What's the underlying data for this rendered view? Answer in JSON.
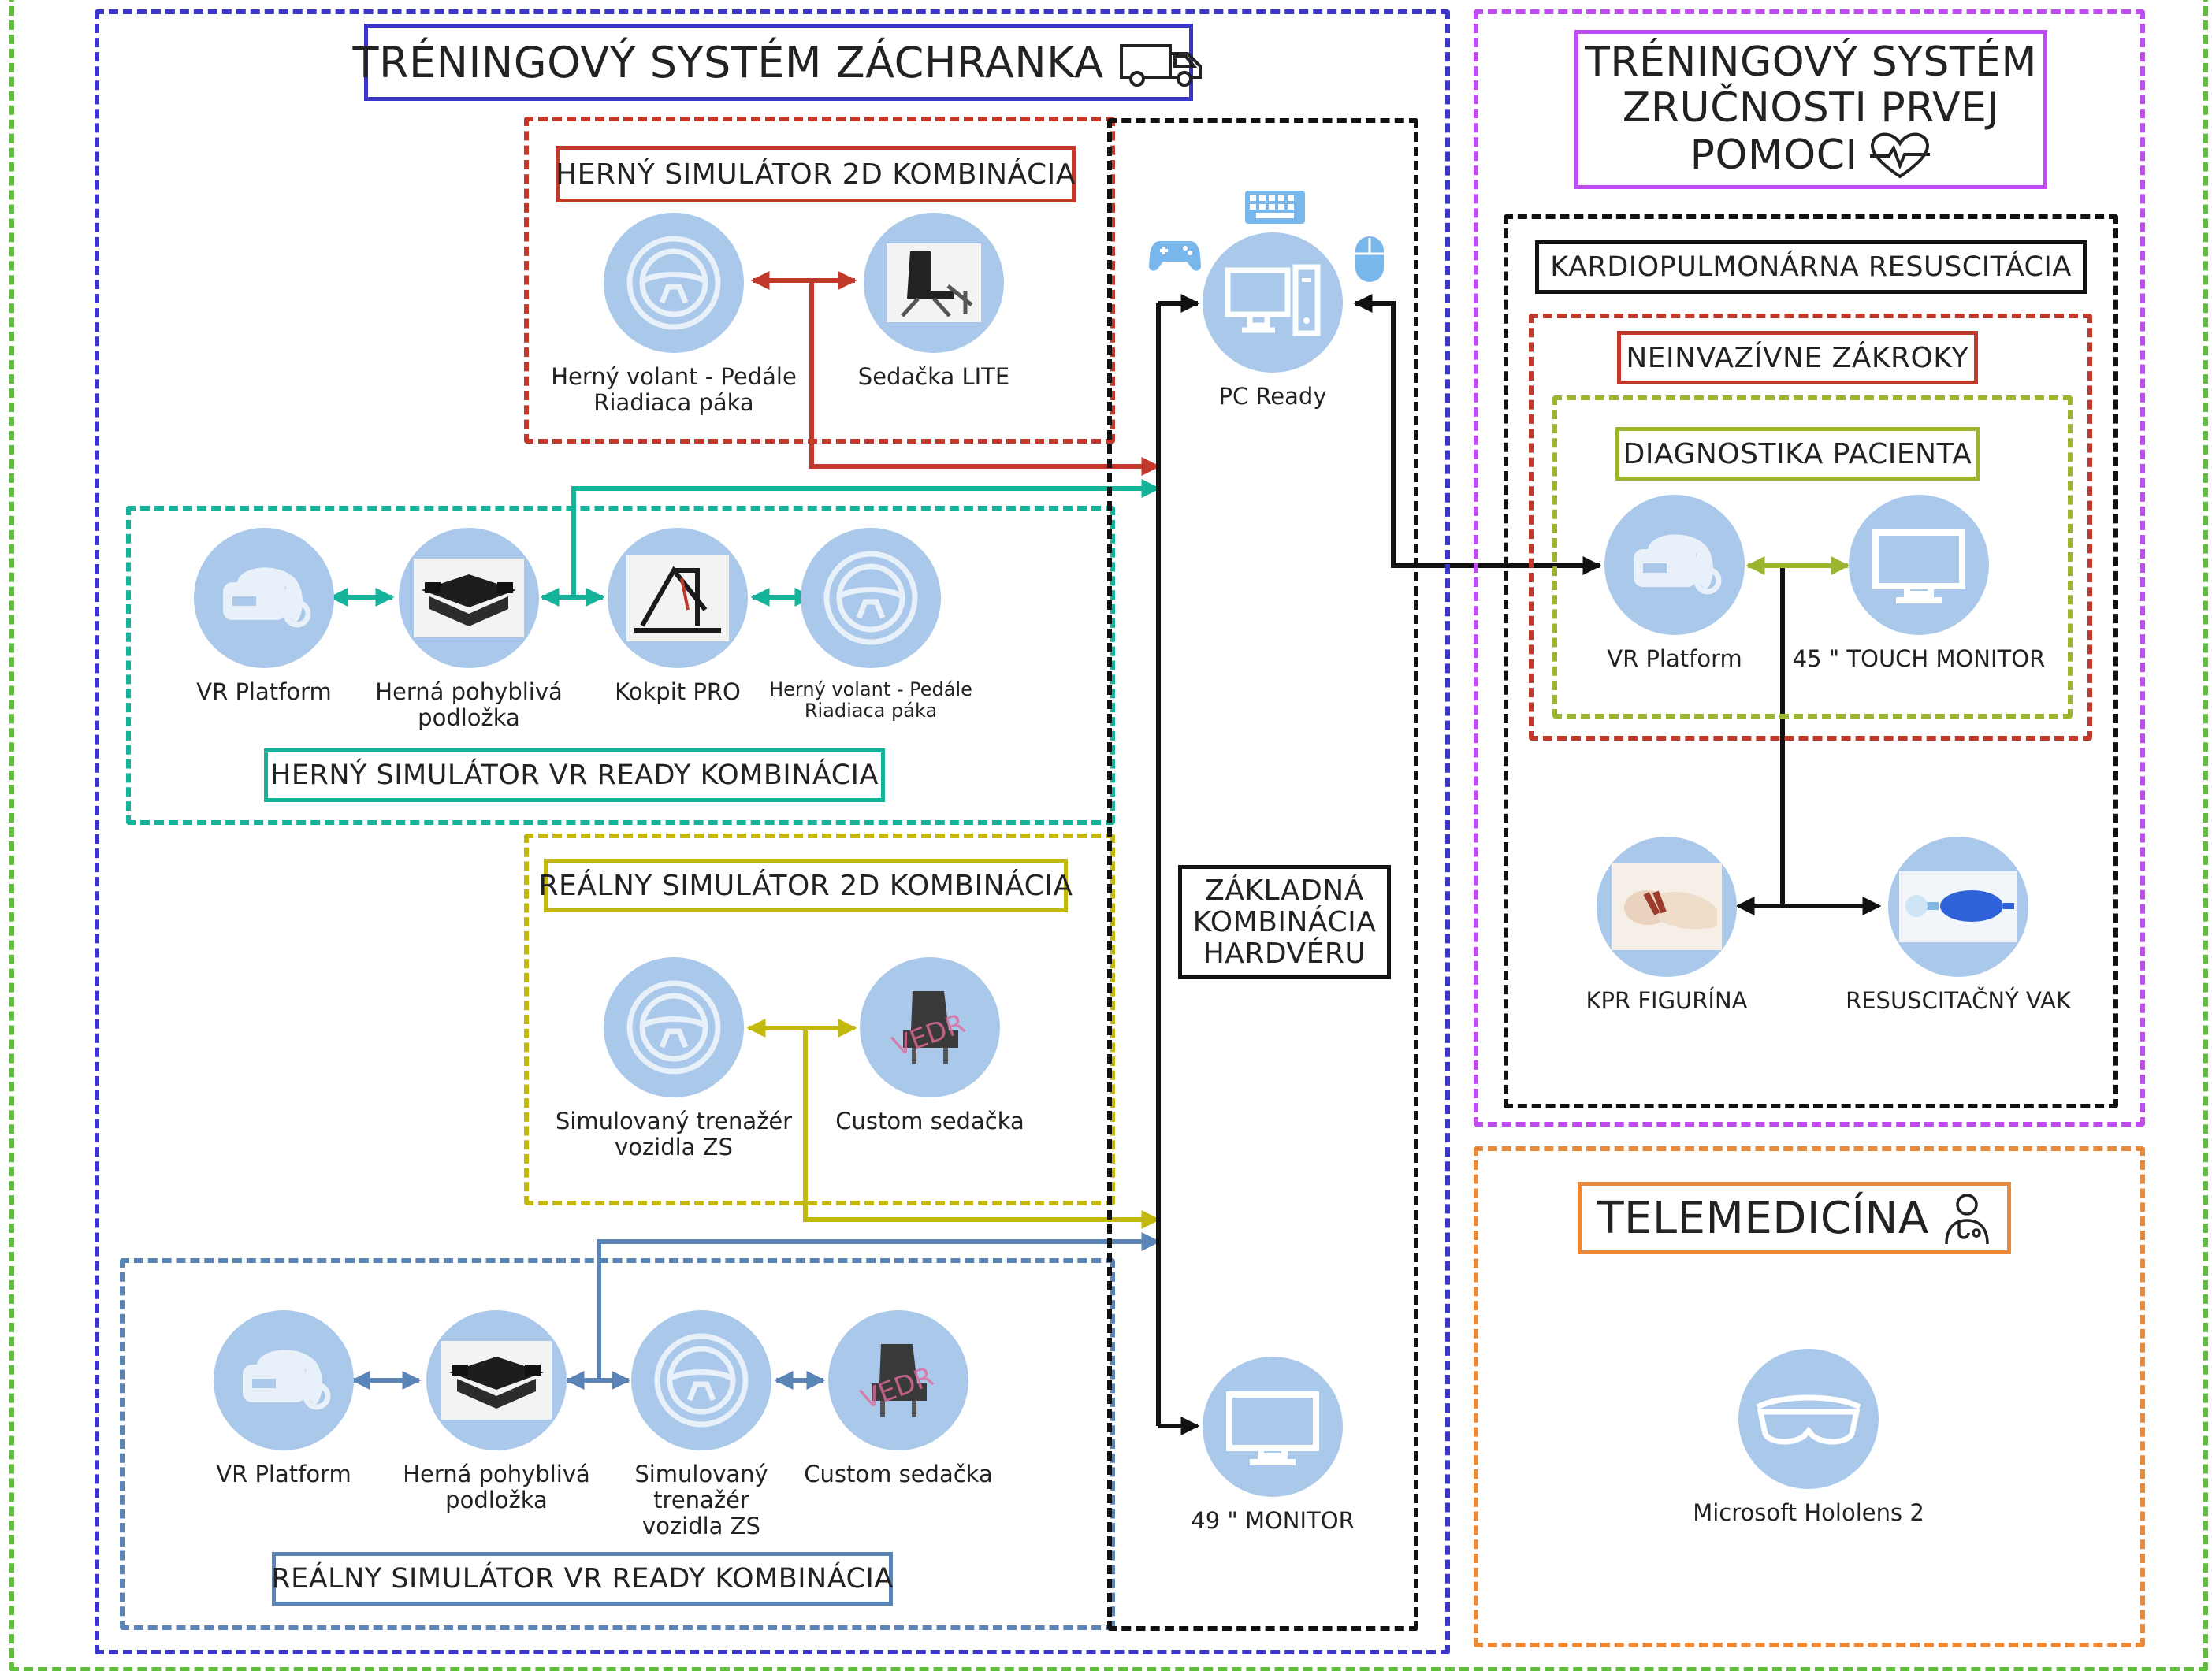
{
  "colors": {
    "green": "#5fbf3a",
    "blue": "#3b35c9",
    "violet": "#c04bf0",
    "orange": "#e88a3a",
    "red": "#c0392b",
    "teal": "#14b39a",
    "olive": "#c2b80e",
    "steel": "#5a84b5",
    "black": "#111111",
    "olive_light": "#9cb52e",
    "node_fill": "#a9c8ea"
  },
  "zachranka": {
    "title": "TRÉNINGOVÝ SYSTÉM ZÁCHRANKA",
    "icon": "ambulance-icon",
    "herny2d": {
      "title": "HERNÝ SIMULÁTOR 2D KOMBINÁCIA",
      "items": [
        {
          "icon": "steering-wheel-icon",
          "label1": "Herný volant - Pedále",
          "label2": "Riadiaca páka"
        },
        {
          "icon": "gaming-seat-icon",
          "label1": "Sedačka LITE",
          "label2": ""
        }
      ]
    },
    "hernyvr": {
      "title": "HERNÝ SIMULÁTOR VR READY KOMBINÁCIA",
      "items": [
        {
          "icon": "vr-headset-icon",
          "label1": "VR Platform",
          "label2": ""
        },
        {
          "icon": "motion-platform-icon",
          "label1": "Herná pohyblivá",
          "label2": "podložka"
        },
        {
          "icon": "cockpit-icon",
          "label1": "Kokpit PRO",
          "label2": ""
        },
        {
          "icon": "steering-wheel-icon",
          "label1": "Herný volant - Pedále",
          "label2": "Riadiaca páka"
        }
      ]
    },
    "realny2d": {
      "title": "REÁLNY SIMULÁTOR 2D KOMBINÁCIA",
      "items": [
        {
          "icon": "steering-wheel-icon",
          "label1": "Simulovaný trenažér",
          "label2": "vozidla ZS"
        },
        {
          "icon": "custom-seat-icon",
          "label1": "Custom sedačka",
          "label2": ""
        }
      ]
    },
    "realnyvr": {
      "title": "REÁLNY SIMULÁTOR VR READY KOMBINÁCIA",
      "items": [
        {
          "icon": "vr-headset-icon",
          "label1": "VR Platform",
          "label2": "",
          "label3": ""
        },
        {
          "icon": "motion-platform-icon",
          "label1": "Herná pohyblivá",
          "label2": "podložka",
          "label3": ""
        },
        {
          "icon": "steering-wheel-icon",
          "label1": "Simulovaný",
          "label2": "trenažér",
          "label3": "vozidla ZS"
        },
        {
          "icon": "custom-seat-icon",
          "label1": "Custom sedačka",
          "label2": "",
          "label3": ""
        }
      ]
    },
    "hardware": {
      "title_lines": [
        "ZÁKLADNÁ",
        "KOMBINÁCIA",
        "HARDVÉRU"
      ],
      "pc": {
        "icon": "desktop-computer-icon",
        "label": "PC Ready"
      },
      "monitor": {
        "icon": "monitor-icon",
        "label": "49 \" MONITOR"
      },
      "peripherals": [
        "gamepad-icon",
        "keyboard-icon",
        "mouse-icon"
      ]
    }
  },
  "prvapomoc": {
    "title_lines": [
      "TRÉNINGOVÝ SYSTÉM",
      "ZRUČNOSTI PRVEJ",
      "POMOCI"
    ],
    "icon": "heartbeat-icon",
    "kpr": {
      "title": "KARDIOPULMONÁRNA RESUSCITÁCIA"
    },
    "neinvazivne": {
      "title": "NEINVAZÍVNE ZÁKROKY"
    },
    "diagnostika": {
      "title": "DIAGNOSTIKA PACIENTA",
      "items": [
        {
          "icon": "vr-headset-icon",
          "label": "VR Platform"
        },
        {
          "icon": "monitor-icon",
          "label": "45 \" TOUCH MONITOR"
        }
      ]
    },
    "extra": [
      {
        "icon": "cpr-manikin-icon",
        "label": "KPR FIGURÍNA"
      },
      {
        "icon": "resuscitation-bag-icon",
        "label": "RESUSCITAČNÝ VAK"
      }
    ]
  },
  "telemedicina": {
    "title": "TELEMEDICÍNA",
    "icon": "doctor-icon",
    "item": {
      "icon": "ar-glasses-icon",
      "label": "Microsoft Hololens 2"
    }
  }
}
